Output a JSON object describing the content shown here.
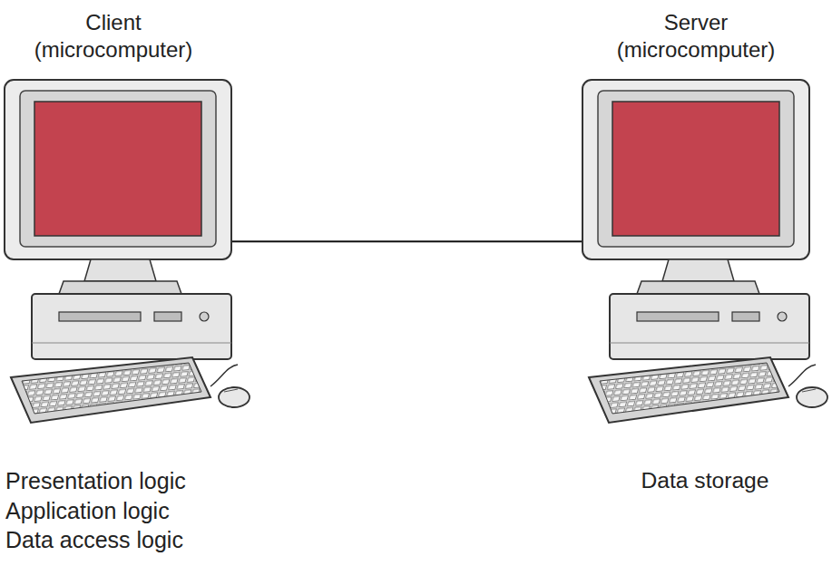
{
  "diagram": {
    "nodes": [
      {
        "text": [
          "Client (microcomputer)",
          "Presentation logic",
          "Application logic",
          "Data access logic"
        ]
      },
      {
        "text": [
          "Server (microcomputer)",
          "Data storage"
        ]
      }
    ],
    "edges": [
      {
        "from": 0,
        "to": 1,
        "arrow": "none"
      }
    ]
  }
}
